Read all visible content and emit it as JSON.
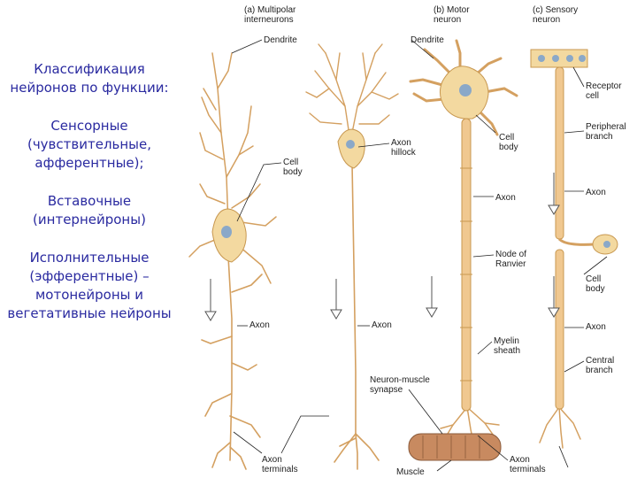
{
  "left_panel": {
    "title": "Классификация нейронов по функции:",
    "sensory": "Сенсорные (чувствительные, афферентные);",
    "inter": "Вставочные (интернейроны)",
    "effector": "Исполнительные (эфферентные) – мотонейроны и вегетативные нейроны"
  },
  "headings": {
    "a": "(a) Multipolar interneurons",
    "b": "(b) Motor neuron",
    "c": "(c) Sensory neuron"
  },
  "labels": {
    "dendrite_a": "Dendrite",
    "dendrite_b": "Dendrite",
    "cell_body_a": "Cell body",
    "axon_hillock": "Axon hillock",
    "cell_body_b": "Cell body",
    "axon_b": "Axon",
    "node_of_ranvier": "Node of Ranvier",
    "axon_a1": "Axon",
    "axon_a2": "Axon",
    "myelin_sheath": "Myelin sheath",
    "neuron_muscle_synapse": "Neuron-muscle synapse",
    "axon_terminals_a": "Axon terminals",
    "muscle": "Muscle",
    "axon_terminals_b": "Axon terminals",
    "receptor_cell": "Receptor cell",
    "peripheral_branch": "Peripheral branch",
    "axon_c1": "Axon",
    "cell_body_c": "Cell body",
    "axon_c2": "Axon",
    "central_branch": "Central branch"
  },
  "colors": {
    "neuron_fill": "#f3d9a0",
    "neuron_stroke": "#c89850",
    "myelin": "#f0c890",
    "nucleus": "#8aa8c8",
    "muscle": "#c88a60",
    "text_blue": "#2a2aa0"
  }
}
